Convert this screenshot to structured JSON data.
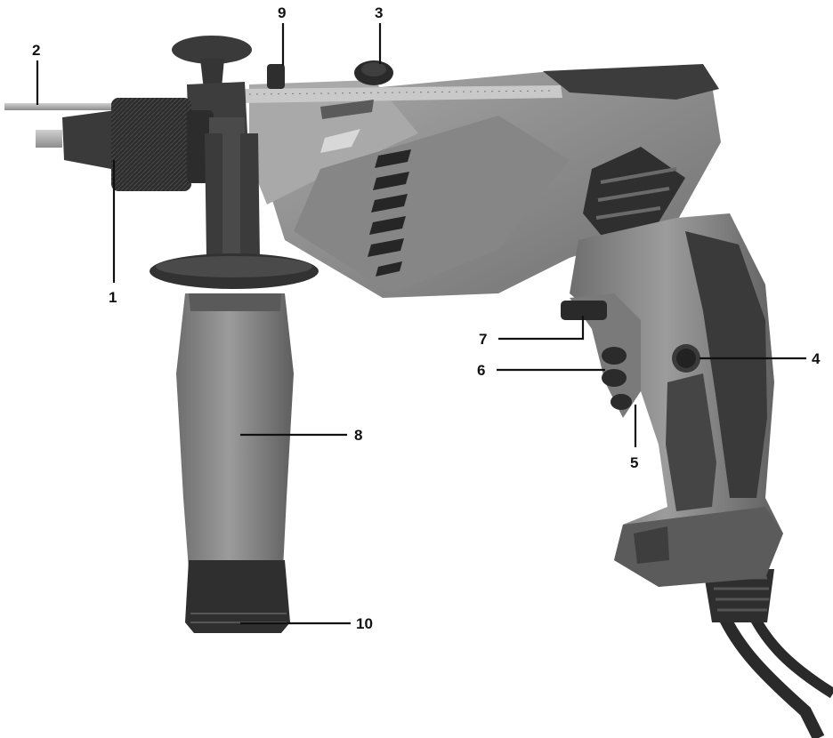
{
  "figure": {
    "subject_icon": "hammer-drill-illustration",
    "colors": {
      "background": "#ffffff",
      "body_light": "#9a9a9a",
      "body_mid": "#7d7d7d",
      "rubber_dark": "#3a3a3a",
      "chuck_dark": "#2b2b2b",
      "metal": "#b8b8b8",
      "callout": "#111111"
    }
  },
  "callouts": [
    {
      "id": "c1",
      "label": "1"
    },
    {
      "id": "c2",
      "label": "2"
    },
    {
      "id": "c3",
      "label": "3"
    },
    {
      "id": "c4",
      "label": "4"
    },
    {
      "id": "c5",
      "label": "5"
    },
    {
      "id": "c6",
      "label": "6"
    },
    {
      "id": "c7",
      "label": "7"
    },
    {
      "id": "c8",
      "label": "8"
    },
    {
      "id": "c9",
      "label": "9"
    },
    {
      "id": "c10",
      "label": "10"
    }
  ]
}
